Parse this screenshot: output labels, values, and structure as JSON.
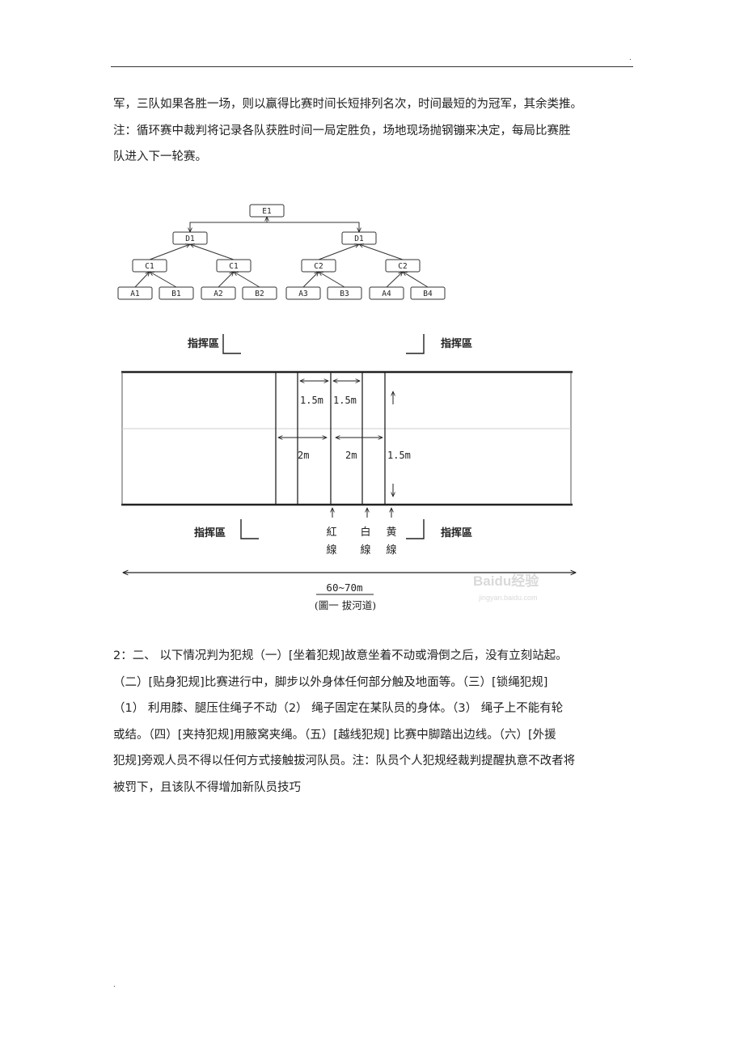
{
  "header": {
    "mark": "."
  },
  "footer": {
    "mark": "."
  },
  "intro": {
    "lines": [
      "军，三队如果各胜一场，则以赢得比赛时间长短排列名次，时间最短的为冠军，其余类推。",
      "注：循环赛中裁判将记录各队获胜时间一局定胜负，场地现场抛钢镚来决定，每局比赛胜",
      "队进入下一轮赛。"
    ]
  },
  "bracket": {
    "final": "E1",
    "semis": [
      "D1",
      "D1"
    ],
    "quarters": [
      "C1",
      "C1",
      "C2",
      "C2"
    ],
    "teams": [
      "A1",
      "B1",
      "A2",
      "B2",
      "A3",
      "B3",
      "A4",
      "B4"
    ]
  },
  "field": {
    "command_zone": "指挥區",
    "dims": {
      "a": "1.5m",
      "b": "1.5m",
      "c": "2m",
      "d": "2m",
      "e": "1.5m"
    },
    "line_labels": [
      {
        "top": "紅",
        "bottom": "線"
      },
      {
        "top": "白",
        "bottom": "線"
      },
      {
        "top": "黄",
        "bottom": "線"
      }
    ],
    "length": "60~70m",
    "caption": "(圖一  拔河道)",
    "watermark_main": "Baidu经验",
    "watermark_sub": "jingyan.baidu.com"
  },
  "rules": {
    "lines": [
      "2：二、 以下情况判为犯规（一）[坐着犯规]故意坐着不动或滑倒之后，没有立刻站起。",
      "（二）[贴身犯规]比赛进行中，脚步以外身体任何部分触及地面等。（三）[锁绳犯规]",
      "（1） 利用膝、腿压住绳子不动（2） 绳子固定在某队员的身体。（3） 绳子上不能有轮",
      "或结。（四）[夹持犯规]用腋窝夹绳。（五）[越线犯规] 比赛中脚踏出边线。（六）[外援",
      "犯规]旁观人员不得以任何方式接触拔河队员。注：队员个人犯规经裁判提醒执意不改者将",
      "被罚下，且该队不得增加新队员技巧"
    ]
  }
}
